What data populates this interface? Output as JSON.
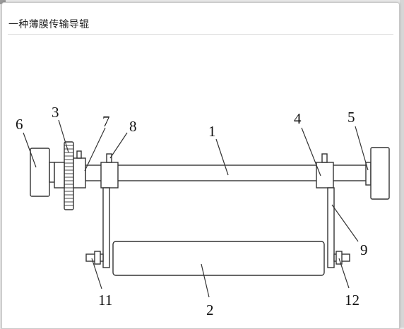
{
  "window": {
    "title": "一种薄膜传输导辊"
  },
  "diagram": {
    "labels": {
      "shaft": "1",
      "roller": "2",
      "gear": "3",
      "right_bracket": "4",
      "right_wheel": "5",
      "left_wheel": "6",
      "left_collar": "7",
      "left_screw": "8",
      "right_arm": "9",
      "left_bolt": "11",
      "right_bolt": "12"
    }
  },
  "colors": {
    "stroke": "#333333",
    "fill": "#ffffff"
  }
}
